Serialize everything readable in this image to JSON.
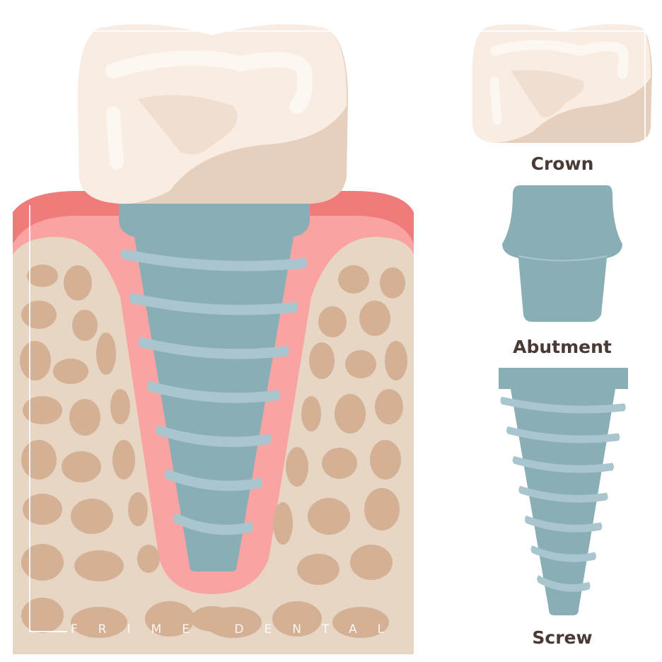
{
  "labels": {
    "crown": "Crown",
    "abutment": "Abutment",
    "screw": "Screw"
  },
  "watermark": "FRIME DENTAL",
  "colors": {
    "crown_light": "#f9ece2",
    "crown_shadow": "#e6d0bd",
    "gum_red": "#f07b7b",
    "gum_pink": "#f9a3a3",
    "bone": "#e8d6c4",
    "bone_cavity": "#d4b095",
    "implant_body": "#8aaeb5",
    "implant_thread": "#a9c6cf",
    "label_text": "#4a3a36"
  }
}
